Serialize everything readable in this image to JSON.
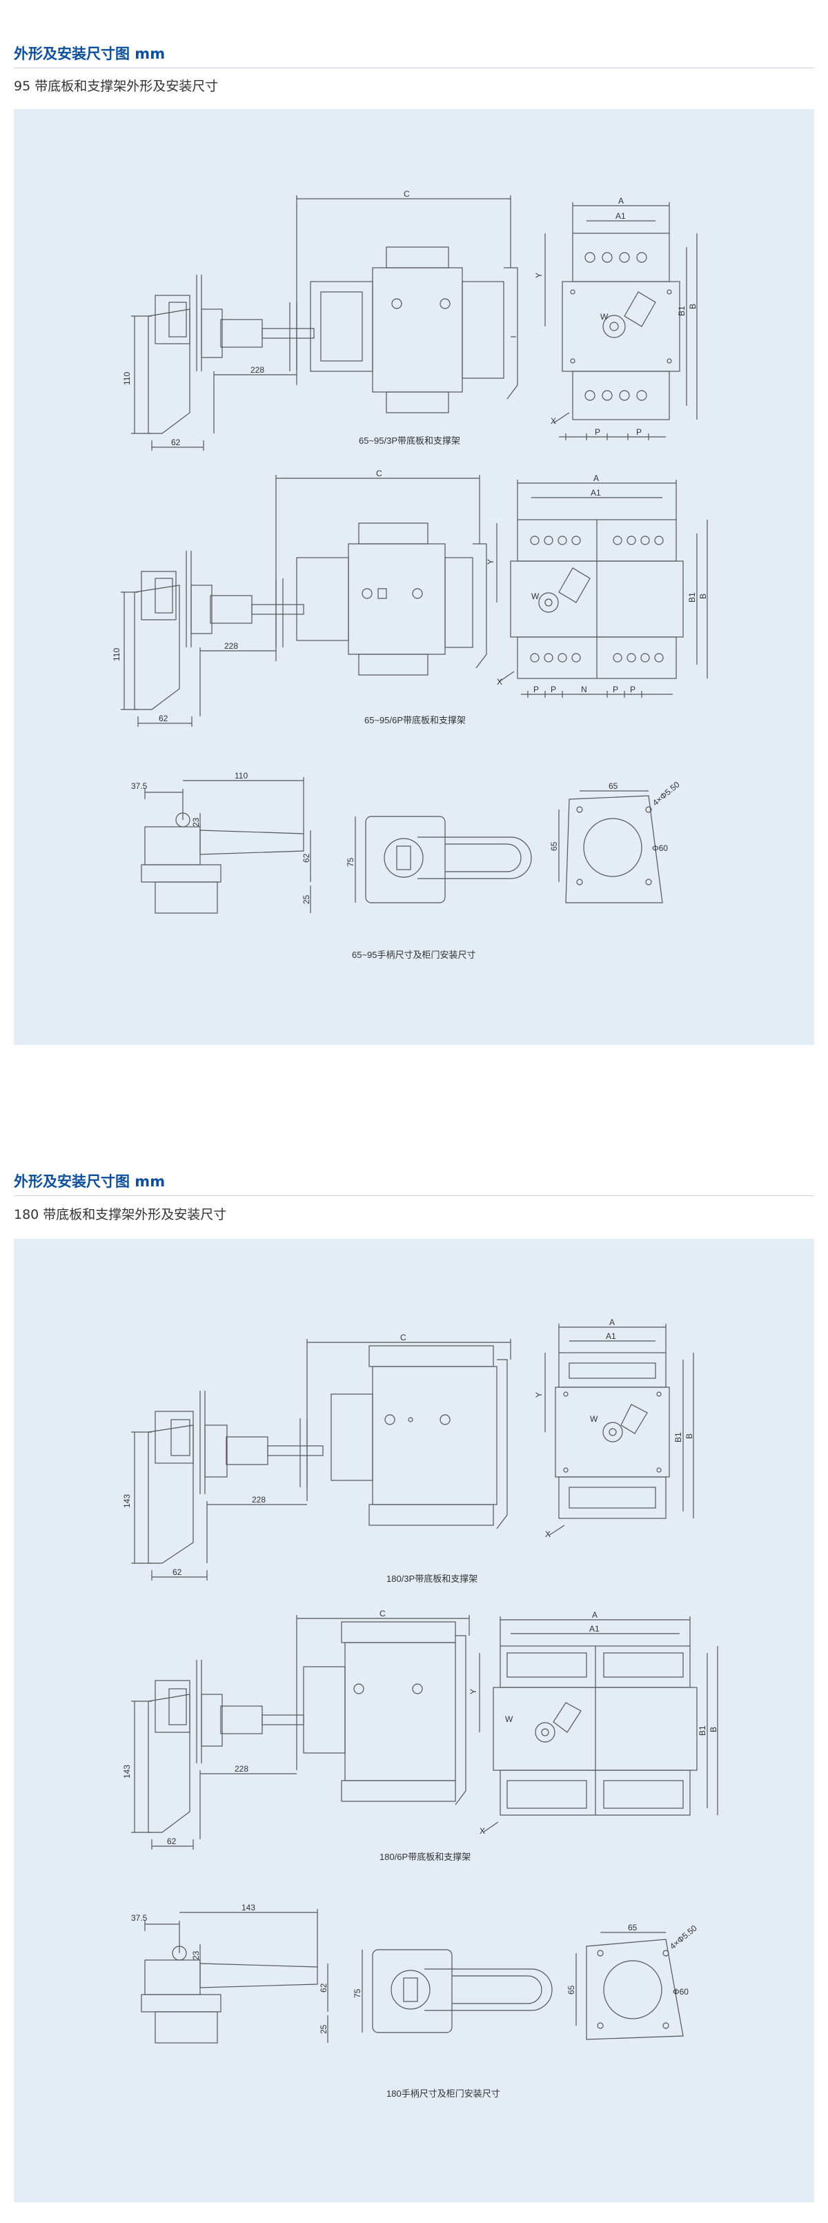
{
  "section1": {
    "title": "外形及安装尺寸图 mm",
    "subtitle": "95 带底板和支撑架外形及安装尺寸",
    "captions": {
      "fig_3p": "65~95/3P带底板和支撑架",
      "fig_6p": "65~95/6P带底板和支撑架",
      "fig_handle": "65~95手柄尺寸及柜门安装尺寸"
    },
    "dims": {
      "C": "C",
      "A": "A",
      "A1": "A1",
      "B": "B",
      "B1": "B1",
      "Y": "Y",
      "W": "W",
      "X": "X",
      "P": "P",
      "N": "N",
      "d228": "228",
      "d110": "110",
      "d62": "62",
      "h_37_5": "37.5",
      "h_110": "110",
      "h_23": "23",
      "h_62": "62",
      "h_25": "25",
      "h_75": "75",
      "h_65a": "65",
      "h_65b": "65",
      "h_hole": "4×Φ5.50",
      "h_phi60": "Φ60"
    }
  },
  "section2": {
    "title": "外形及安装尺寸图 mm",
    "subtitle": "180 带底板和支撑架外形及安装尺寸",
    "captions": {
      "fig_3p": "180/3P带底板和支撑架",
      "fig_6p": "180/6P带底板和支撑架",
      "fig_handle": "180手柄尺寸及柜门安装尺寸"
    },
    "dims": {
      "C": "C",
      "A": "A",
      "A1": "A1",
      "B": "B",
      "B1": "B1",
      "Y": "Y",
      "W": "W",
      "X": "X",
      "d228": "228",
      "d143": "143",
      "d62": "62",
      "h_37_5": "37.5",
      "h_143": "143",
      "h_23": "23",
      "h_62": "62",
      "h_25": "25",
      "h_75": "75",
      "h_65a": "65",
      "h_65b": "65",
      "h_hole": "4×Φ5.50",
      "h_phi60": "Φ60"
    }
  },
  "colors": {
    "heading": "#0d4f9c",
    "panel": "#e4ecf5",
    "line": "#555555"
  }
}
